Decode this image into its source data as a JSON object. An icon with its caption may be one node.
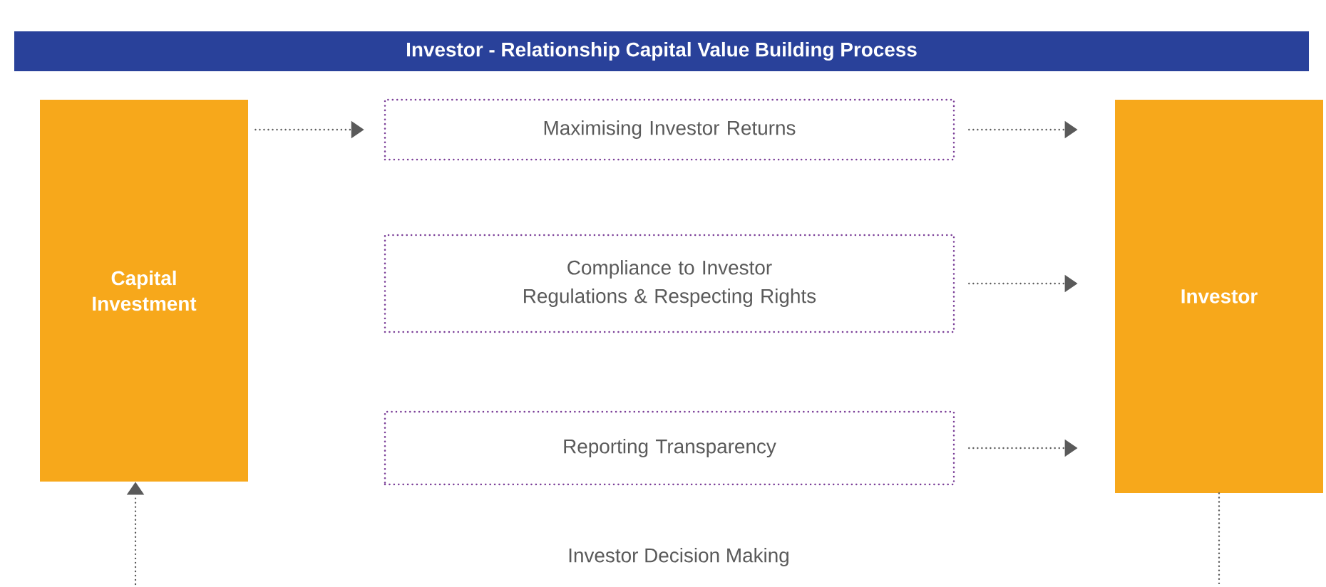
{
  "diagram": {
    "title": "Investor - Relationship Capital Value Building Process",
    "nodes": [
      {
        "text": [
          "Capital Investment"
        ]
      },
      {
        "text": [
          "Maximising Investor Returns"
        ]
      },
      {
        "text": [
          "Compliance to Investor Regulations & Respecting Rights"
        ]
      },
      {
        "text": [
          "Reporting Transparency"
        ]
      },
      {
        "text": [
          "Investor"
        ]
      }
    ],
    "edges": [
      {
        "from": 0,
        "to": 1,
        "arrow": "to"
      },
      {
        "from": 1,
        "to": 4,
        "arrow": "to"
      },
      {
        "from": 2,
        "to": 4,
        "arrow": "to"
      },
      {
        "from": 3,
        "to": 4,
        "arrow": "to"
      },
      {
        "from": null,
        "to": 0,
        "arrow": "to"
      },
      {
        "from": 4,
        "to": null,
        "arrow": "none"
      }
    ],
    "labels": [
      "Investor Decision Making"
    ]
  }
}
